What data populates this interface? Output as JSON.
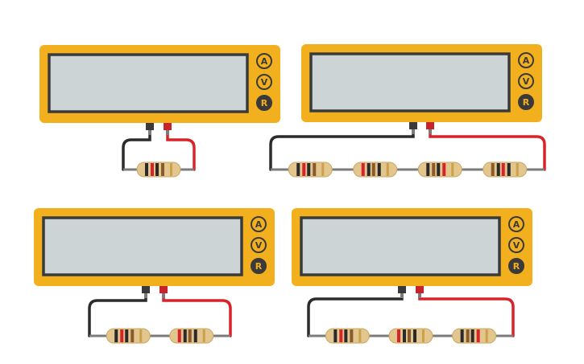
{
  "colors": {
    "meter_body": "#F2B01E",
    "screen_fill": "#CDD4D6",
    "screen_border": "#3A3A3A",
    "button_fill": "#F2B01E",
    "button_active": "#3A3A3A",
    "wire_black": "#2B2B2B",
    "wire_red": "#D9232A",
    "probe_black": "#3A3A3A",
    "probe_red": "#C8232A",
    "lead": "#7B7B7B",
    "resistor_body": "#E3C58E",
    "resistor_outline": "#C8A866"
  },
  "buttons": [
    {
      "label": "A",
      "active": false
    },
    {
      "label": "V",
      "active": false
    },
    {
      "label": "R",
      "active": true
    }
  ],
  "panels": [
    {
      "id": "p1",
      "resistors": 1
    },
    {
      "id": "p2",
      "resistors": 4
    },
    {
      "id": "p3",
      "resistors": 2
    },
    {
      "id": "p4",
      "resistors": 3
    }
  ]
}
